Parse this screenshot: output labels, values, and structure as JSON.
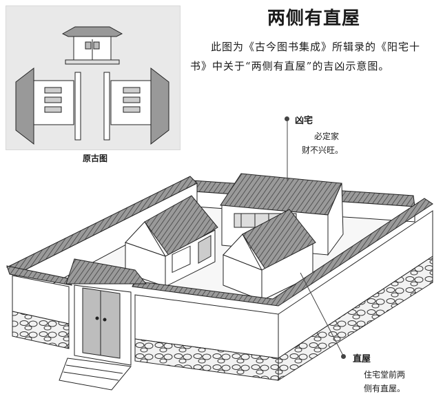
{
  "title": "两侧有直屋",
  "intro": "此图为《古今图书集成》所辑录的《阳宅十书》中关于“两侧有直屋”的吉凶示意图。",
  "original_caption": "原古图",
  "label_inauspicious": {
    "name": "凶宅",
    "desc_line1": "必定家",
    "desc_line2": "财不兴旺。"
  },
  "label_straight_house": {
    "name": "直屋",
    "desc_line1": "住宅堂前两",
    "desc_line2": "侧有直屋。"
  },
  "colors": {
    "ink": "#1a1a1a",
    "roof": "#7a7a7a",
    "wall": "#ffffff",
    "stone": "#cfcfcf",
    "panel": "#e9e9e9"
  }
}
